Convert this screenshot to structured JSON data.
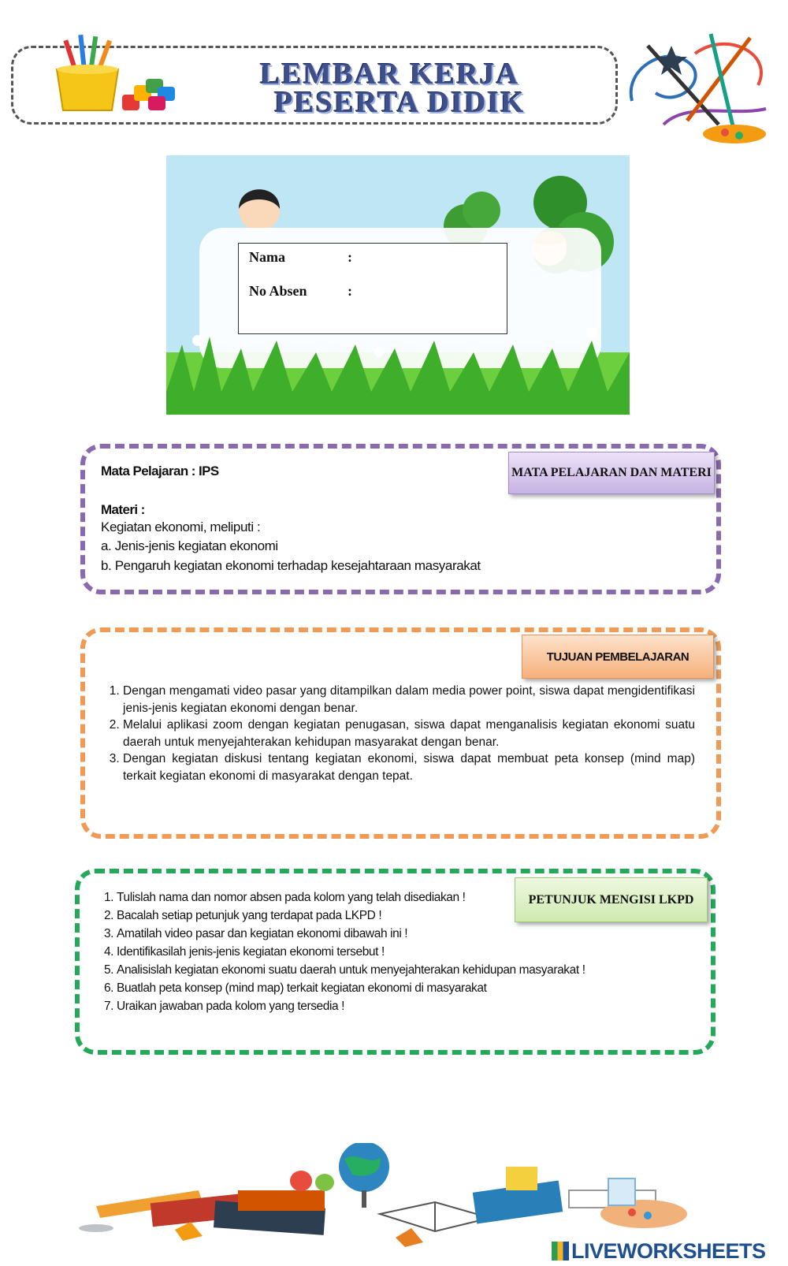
{
  "header": {
    "title_line1": "LEMBAR KERJA",
    "title_line2": "PESERTA DIDIK"
  },
  "identity": {
    "name_label": "Nama",
    "absen_label": "No Absen",
    "separator": ":"
  },
  "mapel_section": {
    "tag": "MATA PELAJARAN DAN MATERI",
    "subject_line": "Mata Pelajaran : IPS",
    "materi_heading": "Materi :",
    "materi_lines": [
      "Kegiatan ekonomi, meliputi :",
      "a. Jenis-jenis kegiatan ekonomi",
      "b. Pengaruh kegiatan ekonomi terhadap kesejahtaraan masyarakat"
    ]
  },
  "tujuan_section": {
    "tag": "TUJUAN PEMBELAJARAN",
    "items": [
      "Dengan mengamati video pasar yang ditampilkan dalam media power point, siswa dapat mengidentifikasi jenis-jenis kegiatan ekonomi dengan benar.",
      "Melalui aplikasi zoom dengan kegiatan penugasan, siswa dapat menganalisis kegiatan ekonomi suatu daerah untuk menyejahterakan kehidupan masyarakat dengan benar.",
      "Dengan kegiatan diskusi tentang kegiatan ekonomi, siswa dapat membuat peta konsep (mind map) terkait kegiatan ekonomi di masyarakat dengan tepat."
    ]
  },
  "petunjuk_section": {
    "tag": "PETUNJUK MENGISI LKPD",
    "items": [
      "Tulislah nama dan nomor absen pada kolom yang telah disediakan !",
      "Bacalah setiap petunjuk yang terdapat pada LKPD !",
      "Amatilah video pasar dan kegiatan ekonomi dibawah ini !",
      "Identifikasilah jenis-jenis kegiatan ekonomi tersebut  !",
      "Analisislah kegiatan ekonomi suatu daerah untuk menyejahterakan kehidupan masyarakat !",
      "Buatlah peta konsep (mind map) terkait kegiatan ekonomi di masyarakat",
      "Uraikan jawaban pada kolom yang tersedia !"
    ]
  },
  "footer": {
    "brand": "LIVEWORKSHEETS"
  },
  "colors": {
    "title_blue": "#3f4f8a",
    "purple": "#8a6aae",
    "orange": "#ef9a55",
    "green": "#26a85a",
    "brand_blue": "#1d4f91"
  }
}
